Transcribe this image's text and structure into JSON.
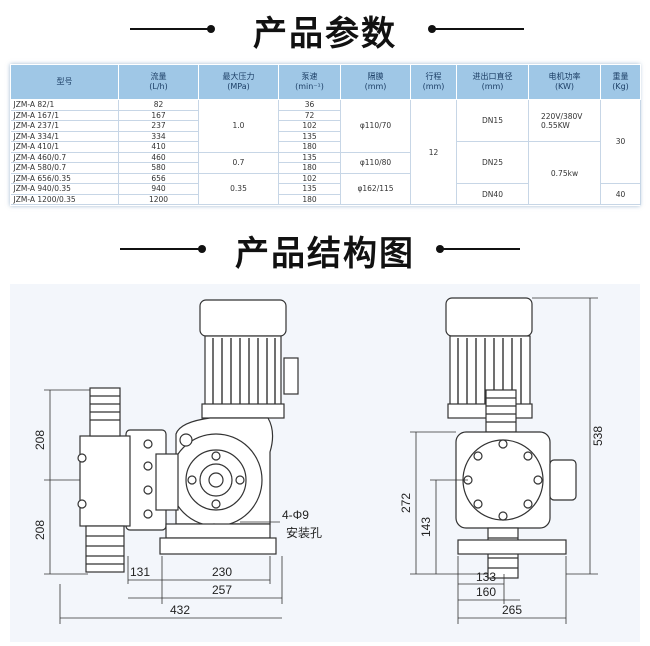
{
  "sections": {
    "params_title": "产品参数",
    "structure_title": "产品结构图"
  },
  "table": {
    "headers": [
      {
        "line1": "型号",
        "line2": ""
      },
      {
        "line1": "流量",
        "line2": "(L/h)"
      },
      {
        "line1": "最大压力",
        "line2": "(MPa)"
      },
      {
        "line1": "泵速",
        "line2": "(min⁻¹)"
      },
      {
        "line1": "隔膜",
        "line2": "(mm)"
      },
      {
        "line1": "行程",
        "line2": "(mm)"
      },
      {
        "line1": "进出口直径",
        "line2": "(mm)"
      },
      {
        "line1": "电机功率",
        "line2": "(KW)"
      },
      {
        "line1": "重量",
        "line2": "(Kg)"
      }
    ],
    "models": [
      "JZM-A 82/1",
      "JZM-A 167/1",
      "JZM-A 237/1",
      "JZM-A 334/1",
      "JZM-A 410/1",
      "JZM-A 460/0.7",
      "JZM-A 580/0.7",
      "JZM-A 656/0.35",
      "JZM-A 940/0.35",
      "JZM-A 1200/0.35"
    ],
    "flows": [
      "82",
      "167",
      "237",
      "334",
      "410",
      "460",
      "580",
      "656",
      "940",
      "1200"
    ],
    "speeds": [
      "36",
      "72",
      "102",
      "135",
      "180",
      "135",
      "180",
      "102",
      "135",
      "180"
    ],
    "pressure": [
      "1.0",
      "0.7",
      "0.35"
    ],
    "diaphragm": [
      "φ110/70",
      "φ110/80",
      "φ162/115"
    ],
    "stroke": "12",
    "port": [
      "DN15",
      "DN25",
      "DN40"
    ],
    "motor": [
      "220V/380V\n0.55KW",
      "0.75kw"
    ],
    "weight": [
      "30",
      "40"
    ]
  },
  "drawing": {
    "front": {
      "dim_208_top": "208",
      "dim_208_bottom": "208",
      "dim_131": "131",
      "dim_230": "230",
      "dim_257": "257",
      "dim_432": "432",
      "hole_spec": "4-Φ9",
      "hole_label": "安装孔"
    },
    "side": {
      "dim_538": "538",
      "dim_272": "272",
      "dim_143": "143",
      "dim_133": "133",
      "dim_160": "160",
      "dim_265": "265"
    }
  }
}
